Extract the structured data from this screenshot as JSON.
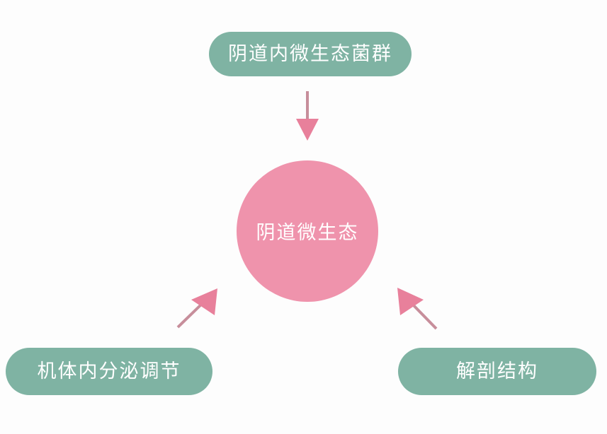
{
  "diagram": {
    "title": "阴道微生态",
    "background_color": "#fdfdfd",
    "nodes": {
      "center": {
        "label": "阴道微生态",
        "shape": "circle",
        "fill_color": "#ef93ac",
        "text_color": "#ffffff"
      },
      "top": {
        "label": "阴道内微生态菌群",
        "shape": "pill",
        "fill_color": "#7fb3a3",
        "text_color": "#ffffff"
      },
      "bottom_left": {
        "label": "机体内分泌调节",
        "shape": "pill",
        "fill_color": "#7fb3a3",
        "text_color": "#ffffff"
      },
      "bottom_right": {
        "label": "解剖结构",
        "shape": "pill",
        "fill_color": "#7fb3a3",
        "text_color": "#ffffff"
      }
    },
    "arrows": [
      {
        "name": "arrow-top-to-center",
        "from": "top",
        "to": "center",
        "direction": "down",
        "color": "#e8809b"
      },
      {
        "name": "arrow-bottom-left-to-center",
        "from": "bottom_left",
        "to": "center",
        "direction": "up-right",
        "color": "#e8809b"
      },
      {
        "name": "arrow-bottom-right-to-center",
        "from": "bottom_right",
        "to": "center",
        "direction": "up-left",
        "color": "#e8809b"
      }
    ]
  }
}
